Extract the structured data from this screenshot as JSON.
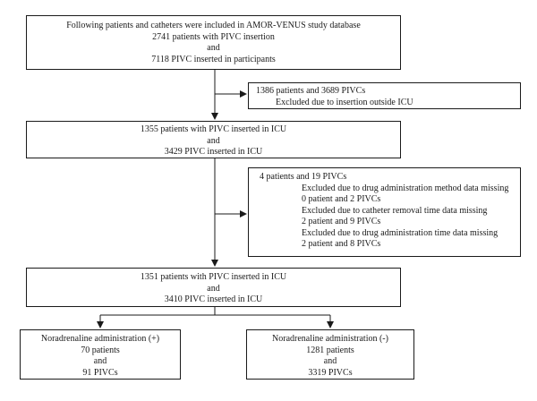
{
  "flowchart": {
    "box1": {
      "lines": [
        "Following patients and catheters were included in AMOR-VENUS study database",
        "2741 patients with PIVC insertion",
        "and",
        "7118 PIVC inserted in participants"
      ]
    },
    "exclusion1": {
      "lines": [
        "1386 patients and 3689 PIVCs",
        "Excluded due to insertion outside ICU"
      ]
    },
    "box2": {
      "lines": [
        "1355 patients with PIVC inserted in ICU",
        "and",
        "3429 PIVC inserted in ICU"
      ]
    },
    "exclusion2": {
      "lines": [
        "4 patients and 19 PIVCs",
        "Excluded due to drug administration method data missing",
        "0 patient and 2 PIVCs",
        "Excluded due to catheter removal time data missing",
        "2 patient and 9 PIVCs",
        "Excluded due to drug administration time data missing",
        "2 patient and 8 PIVCs"
      ]
    },
    "box3": {
      "lines": [
        "1351 patients with PIVC inserted in ICU",
        "and",
        "3410 PIVC inserted in ICU"
      ]
    },
    "group_positive": {
      "lines": [
        "Noradrenaline administration (+)",
        "70 patients",
        "and",
        "91 PIVCs"
      ]
    },
    "group_negative": {
      "lines": [
        "Noradrenaline administration (-)",
        "1281 patients",
        "and",
        "3319 PIVCs"
      ]
    }
  }
}
